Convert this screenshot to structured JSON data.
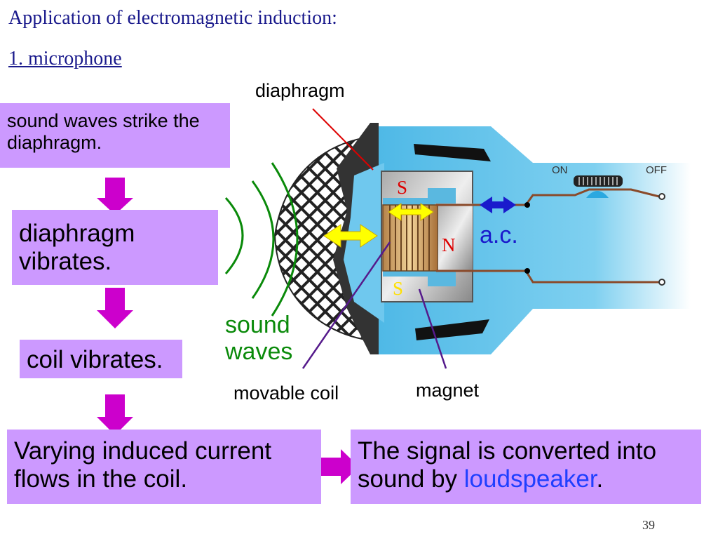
{
  "title": "Application of electromagnetic induction:",
  "subtitle": "1. microphone",
  "steps": [
    "sound waves strike the diaphragm.",
    "diaphragm vibrates.",
    "coil vibrates.",
    "Varying induced current flows in the coil."
  ],
  "result": {
    "prefix": "The signal is converted into sound by ",
    "highlight": "loudspeaker",
    "suffix": "."
  },
  "labels": {
    "diaphragm": "diaphragm",
    "sound_waves": "sound waves",
    "movable_coil": "movable coil",
    "magnet": "magnet",
    "ac": "a.c.",
    "switch_on": "ON",
    "switch_off": "OFF",
    "pole_s_top": "S",
    "pole_n": "N",
    "pole_s_bottom": "S"
  },
  "page_number": "39",
  "colors": {
    "step_box": "#cc99ff",
    "flow_arrow": "#cc00cc",
    "title_text": "#1a1a8c",
    "sound_wave": "#0a8a0a",
    "highlight_text": "#1f3fff",
    "housing": "#66ccee"
  }
}
